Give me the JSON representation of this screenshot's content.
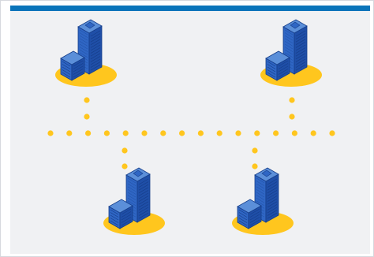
{
  "colors": {
    "header_bar": "#0A74BA",
    "background": "#F0F1F3",
    "node_ellipse": "#FFC61E",
    "connector_dot": "#FFC61E",
    "building_light": "#5B8FD9",
    "building_mid": "#2F66C4",
    "building_dark": "#1F4FA8",
    "building_outline": "#163E8A"
  },
  "nodes": [
    {
      "name": "node-top-left",
      "icon": "office-building-icon"
    },
    {
      "name": "node-top-right",
      "icon": "office-building-icon"
    },
    {
      "name": "node-bottom-left",
      "icon": "office-building-icon"
    },
    {
      "name": "node-bottom-right",
      "icon": "office-building-icon"
    }
  ]
}
